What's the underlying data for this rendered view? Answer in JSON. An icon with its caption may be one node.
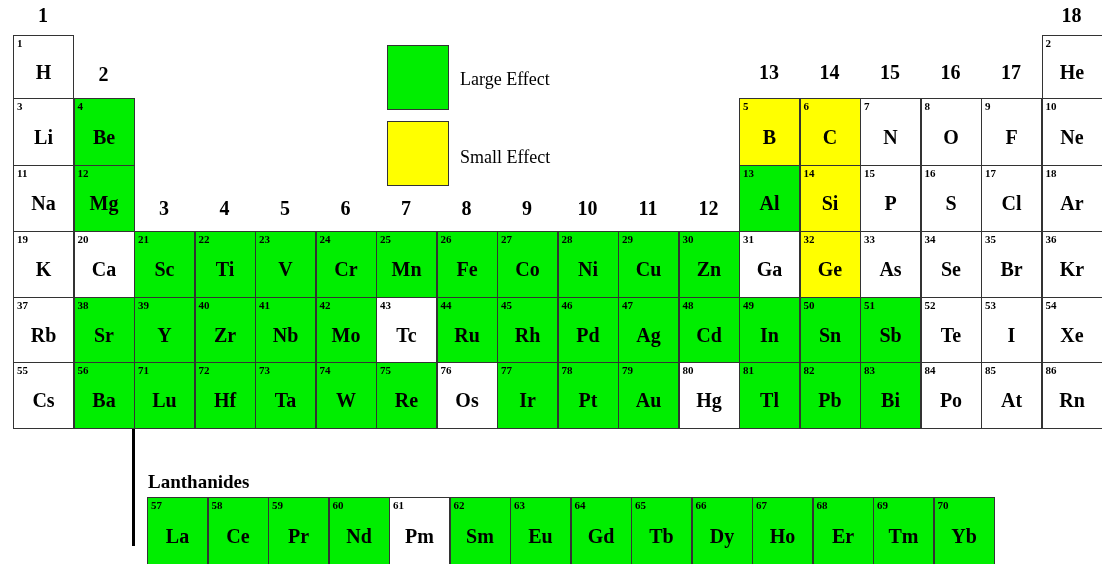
{
  "diagram": {
    "nodes": [
      {
        "text": [
          "1",
          "H"
        ]
      },
      {
        "text": [
          "2",
          "He"
        ]
      },
      {
        "text": [
          "3",
          "Li"
        ]
      },
      {
        "text": [
          "4",
          "Be"
        ]
      },
      {
        "text": [
          "5",
          "B"
        ]
      },
      {
        "text": [
          "6",
          "C"
        ]
      },
      {
        "text": [
          "7",
          "N"
        ]
      },
      {
        "text": [
          "8",
          "O"
        ]
      },
      {
        "text": [
          "9",
          "F"
        ]
      },
      {
        "text": [
          "10",
          "Ne"
        ]
      },
      {
        "text": [
          "11",
          "Na"
        ]
      },
      {
        "text": [
          "12",
          "Mg"
        ]
      },
      {
        "text": [
          "13",
          "Al"
        ]
      },
      {
        "text": [
          "14",
          "Si"
        ]
      },
      {
        "text": [
          "15",
          "P"
        ]
      },
      {
        "text": [
          "16",
          "S"
        ]
      },
      {
        "text": [
          "17",
          "Cl"
        ]
      },
      {
        "text": [
          "18",
          "Ar"
        ]
      },
      {
        "text": [
          "19",
          "K"
        ]
      },
      {
        "text": [
          "20",
          "Ca"
        ]
      },
      {
        "text": [
          "21",
          "Sc"
        ]
      },
      {
        "text": [
          "22",
          "Ti"
        ]
      },
      {
        "text": [
          "23",
          "V"
        ]
      },
      {
        "text": [
          "24",
          "Cr"
        ]
      },
      {
        "text": [
          "25",
          "Mn"
        ]
      },
      {
        "text": [
          "26",
          "Fe"
        ]
      },
      {
        "text": [
          "27",
          "Co"
        ]
      },
      {
        "text": [
          "28",
          "Ni"
        ]
      },
      {
        "text": [
          "29",
          "Cu"
        ]
      },
      {
        "text": [
          "30",
          "Zn"
        ]
      },
      {
        "text": [
          "31",
          "Ga"
        ]
      },
      {
        "text": [
          "32",
          "Ge"
        ]
      },
      {
        "text": [
          "33",
          "As"
        ]
      },
      {
        "text": [
          "34",
          "Se"
        ]
      },
      {
        "text": [
          "35",
          "Br"
        ]
      },
      {
        "text": [
          "36",
          "Kr"
        ]
      },
      {
        "text": [
          "37",
          "Rb"
        ]
      },
      {
        "text": [
          "38",
          "Sr"
        ]
      },
      {
        "text": [
          "39",
          "Y"
        ]
      },
      {
        "text": [
          "40",
          "Zr"
        ]
      },
      {
        "text": [
          "41",
          "Nb"
        ]
      },
      {
        "text": [
          "42",
          "Mo"
        ]
      },
      {
        "text": [
          "43",
          "Tc"
        ]
      },
      {
        "text": [
          "44",
          "Ru"
        ]
      },
      {
        "text": [
          "45",
          "Rh"
        ]
      },
      {
        "text": [
          "46",
          "Pd"
        ]
      },
      {
        "text": [
          "47",
          "Ag"
        ]
      },
      {
        "text": [
          "48",
          "Cd"
        ]
      },
      {
        "text": [
          "49",
          "In"
        ]
      },
      {
        "text": [
          "50",
          "Sn"
        ]
      },
      {
        "text": [
          "51",
          "Sb"
        ]
      },
      {
        "text": [
          "52",
          "Te"
        ]
      },
      {
        "text": [
          "53",
          "I"
        ]
      },
      {
        "text": [
          "54",
          "Xe"
        ]
      },
      {
        "text": [
          "55",
          "Cs"
        ]
      },
      {
        "text": [
          "56",
          "Ba"
        ]
      },
      {
        "text": [
          "71",
          "Lu"
        ]
      },
      {
        "text": [
          "72",
          "Hf"
        ]
      },
      {
        "text": [
          "73",
          "Ta"
        ]
      },
      {
        "text": [
          "74",
          "W"
        ]
      },
      {
        "text": [
          "75",
          "Re"
        ]
      },
      {
        "text": [
          "76",
          "Os"
        ]
      },
      {
        "text": [
          "77",
          "Ir"
        ]
      },
      {
        "text": [
          "78",
          "Pt"
        ]
      },
      {
        "text": [
          "79",
          "Au"
        ]
      },
      {
        "text": [
          "80",
          "Hg"
        ]
      },
      {
        "text": [
          "81",
          "Tl"
        ]
      },
      {
        "text": [
          "82",
          "Pb"
        ]
      },
      {
        "text": [
          "83",
          "Bi"
        ]
      },
      {
        "text": [
          "84",
          "Po"
        ]
      },
      {
        "text": [
          "85",
          "At"
        ]
      },
      {
        "text": [
          "86",
          "Rn"
        ]
      },
      {
        "text": [
          "57",
          "La"
        ]
      },
      {
        "text": [
          "58",
          "Ce"
        ]
      },
      {
        "text": [
          "59",
          "Pr"
        ]
      },
      {
        "text": [
          "60",
          "Nd"
        ]
      },
      {
        "text": [
          "61",
          "Pm"
        ]
      },
      {
        "text": [
          "62",
          "Sm"
        ]
      },
      {
        "text": [
          "63",
          "Eu"
        ]
      },
      {
        "text": [
          "64",
          "Gd"
        ]
      },
      {
        "text": [
          "65",
          "Tb"
        ]
      },
      {
        "text": [
          "66",
          "Dy"
        ]
      },
      {
        "text": [
          "67",
          "Ho"
        ]
      },
      {
        "text": [
          "68",
          "Er"
        ]
      },
      {
        "text": [
          "69",
          "Tm"
        ]
      },
      {
        "text": [
          "70",
          "Yb"
        ]
      }
    ],
    "labels": [
      "1",
      "18",
      "2",
      "13",
      "14",
      "15",
      "16",
      "17",
      "3",
      "4",
      "5",
      "6",
      "7",
      "8",
      "9",
      "10",
      "11",
      "12",
      "Lanthanides"
    ],
    "legend": [
      {
        "text": "Large Effect",
        "color": "#00ee00"
      },
      {
        "text": "Small Effect",
        "color": "#ffff00"
      }
    ]
  }
}
